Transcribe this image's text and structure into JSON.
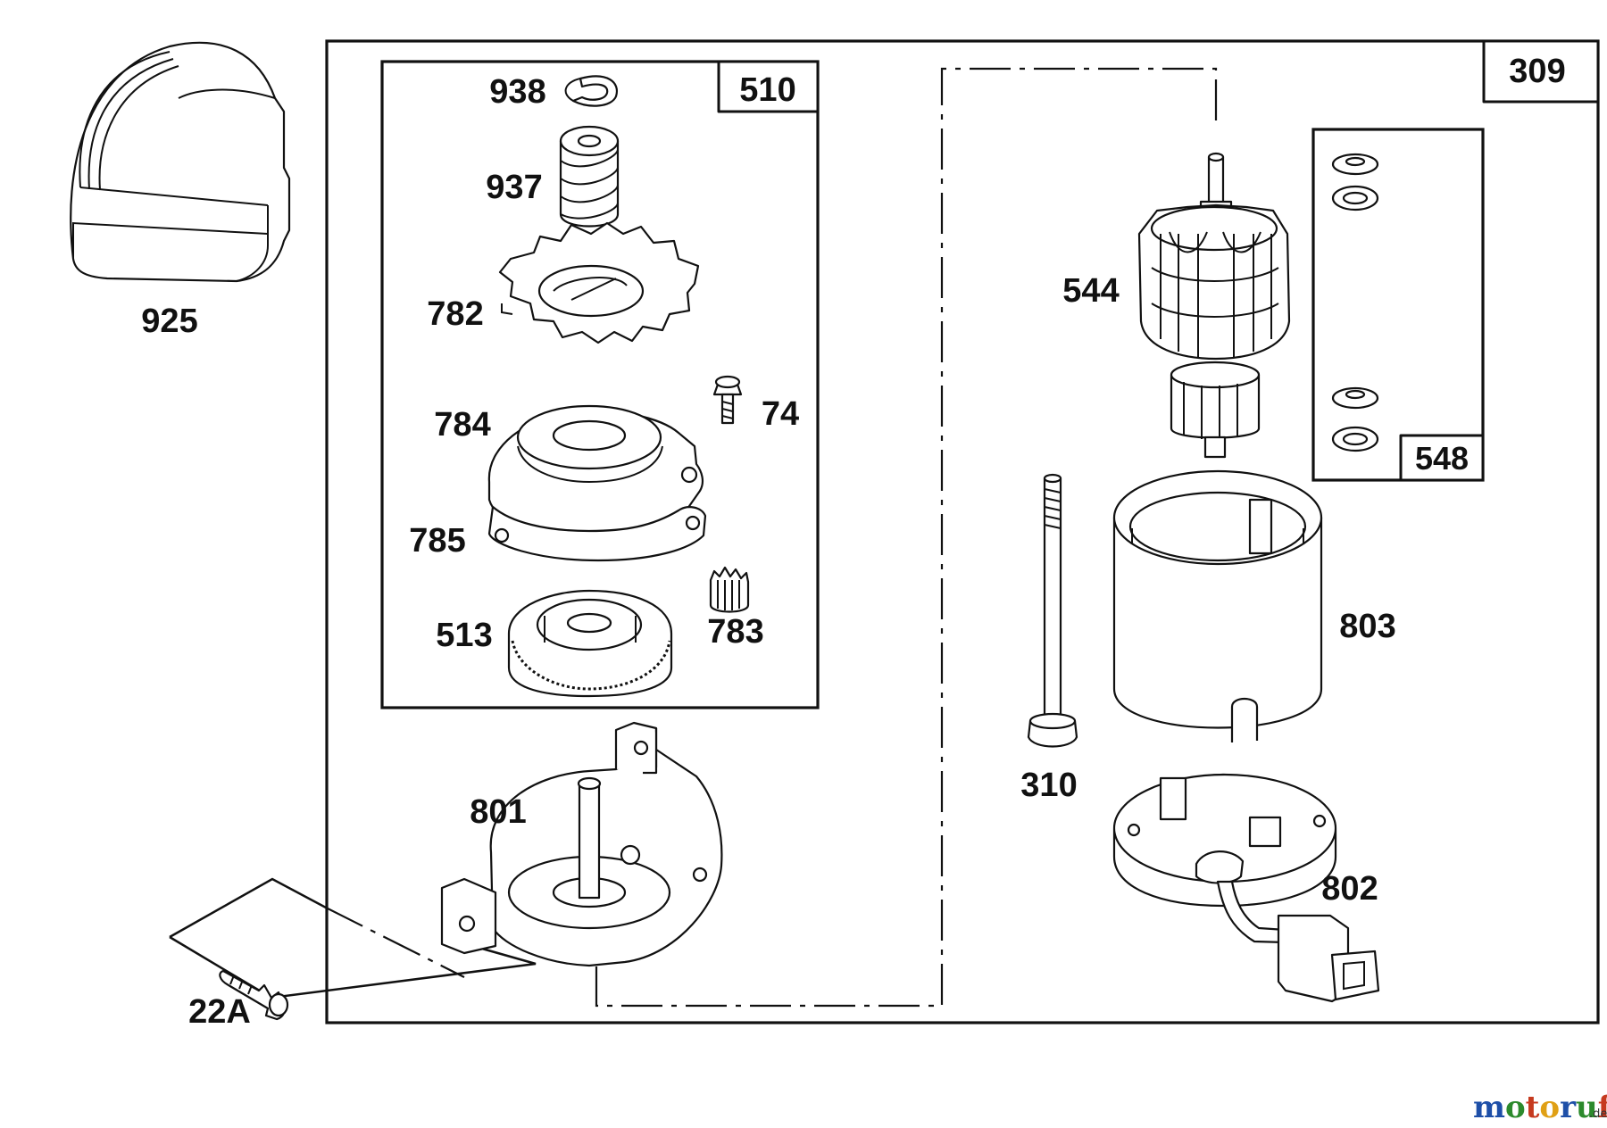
{
  "labels": {
    "p925": "925",
    "p938": "938",
    "p937": "937",
    "p782": "782",
    "p74": "74",
    "p784": "784",
    "p785": "785",
    "p513": "513",
    "p783": "783",
    "p801": "801",
    "p22a": "22A",
    "p544": "544",
    "p803": "803",
    "p310": "310",
    "p802": "802"
  },
  "boxes": {
    "b510": "510",
    "b309": "309",
    "b548": "548"
  },
  "watermark": {
    "brand": "motoruf",
    "suffix": ".de",
    "colors": [
      "#1e4fa8",
      "#2c8a2c",
      "#c63a1f",
      "#e0a015"
    ]
  }
}
